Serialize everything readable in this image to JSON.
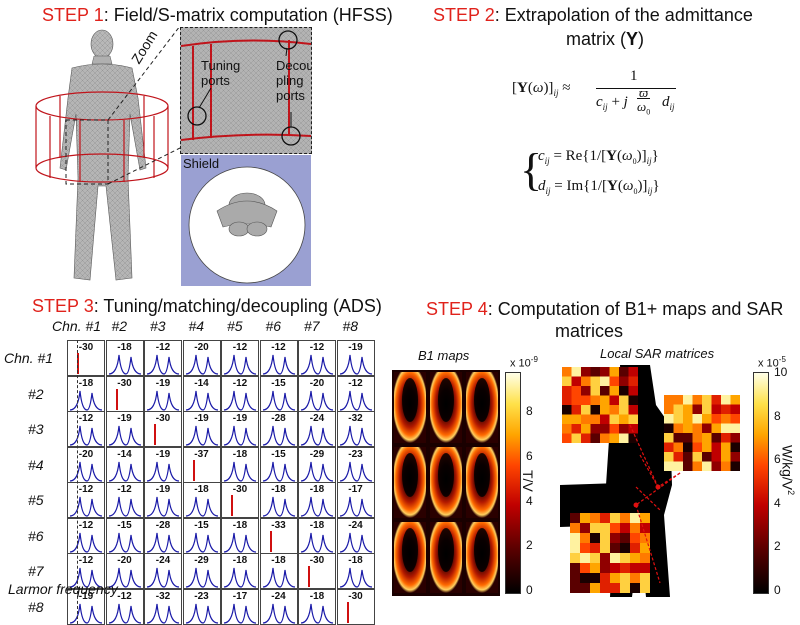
{
  "step1": {
    "num": "STEP 1",
    "text": ": Field/S-matrix computation (HFSS)"
  },
  "step2": {
    "num": "STEP 2",
    "text": ": Extrapolation of the admittance",
    "text2": "matrix (",
    "bold": "Y",
    "text3": ")"
  },
  "step3": {
    "num": "STEP 3",
    "text": ": Tuning/matching/decoupling (ADS)"
  },
  "step4": {
    "num": "STEP 4",
    "text": ": Computation of B1+ maps and SAR",
    "text2": "matrices"
  },
  "labels": {
    "zoom": "Zoom",
    "tuning1": "Tuning",
    "tuning2": "ports",
    "decoup1": "Decou",
    "decoup2": "pling",
    "decoup3": "ports",
    "shield": "Shield",
    "larmor": "Larmor frequency",
    "b1maps": "B1 maps",
    "sar": "Local SAR matrices",
    "b1_unit": "T/V",
    "sar_unit": "W/kg/V",
    "sar_unit_sup": "2",
    "b1_exp": "x 10",
    "b1_exp_sup": "-9",
    "sar_exp": "x 10",
    "sar_exp_sup": "-5"
  },
  "b1_ticks": [
    "8",
    "6",
    "4",
    "2",
    "0"
  ],
  "sar_ticks": [
    "10",
    "8",
    "6",
    "4",
    "2",
    "0"
  ],
  "matrix": {
    "col_headers": [
      "Chn. #1",
      "#2",
      "#3",
      "#4",
      "#5",
      "#6",
      "#7",
      "#8"
    ],
    "row_headers": [
      "Chn. #1",
      "#2",
      "#3",
      "#4",
      "#5",
      "#6",
      "#7",
      "#8"
    ],
    "values": [
      [
        "-30",
        "-18",
        "-12",
        "-20",
        "-12",
        "-12",
        "-12",
        "-19"
      ],
      [
        "-18",
        "-30",
        "-19",
        "-14",
        "-12",
        "-15",
        "-20",
        "-12"
      ],
      [
        "-12",
        "-19",
        "-30",
        "-19",
        "-19",
        "-28",
        "-24",
        "-32"
      ],
      [
        "-20",
        "-14",
        "-19",
        "-37",
        "-18",
        "-15",
        "-29",
        "-23"
      ],
      [
        "-12",
        "-12",
        "-19",
        "-18",
        "-30",
        "-18",
        "-18",
        "-17"
      ],
      [
        "-12",
        "-15",
        "-28",
        "-15",
        "-18",
        "-33",
        "-18",
        "-24"
      ],
      [
        "-12",
        "-20",
        "-24",
        "-29",
        "-18",
        "-18",
        "-30",
        "-18"
      ],
      [
        "-19",
        "-12",
        "-32",
        "-23",
        "-17",
        "-24",
        "-18",
        "-30"
      ]
    ]
  },
  "colors": {
    "step": "#e0221b",
    "curve": "#1a1aa8",
    "diag": "#d01010",
    "shield": "#9aa0d2"
  }
}
